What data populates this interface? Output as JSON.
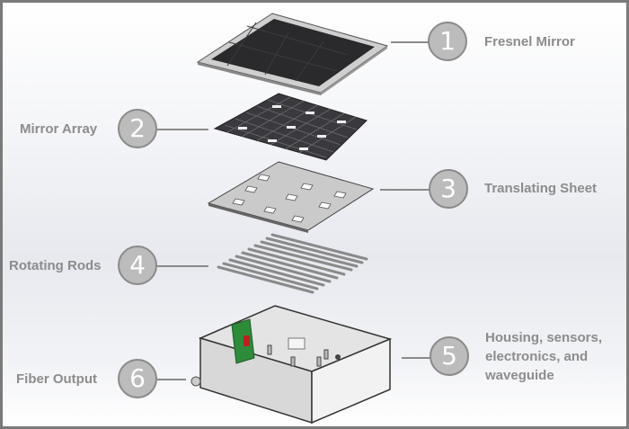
{
  "title": "Exploded view of solar concentrator assembly",
  "components": [
    {
      "number": "1",
      "label": "Fresnel Mirror"
    },
    {
      "number": "2",
      "label": "Mirror Array"
    },
    {
      "number": "3",
      "label": "Translating Sheet"
    },
    {
      "number": "4",
      "label": "Rotating Rods"
    },
    {
      "number": "5",
      "label": "Housing, sensors, electronics, and waveguide"
    },
    {
      "number": "6",
      "label": "Fiber Output"
    }
  ],
  "colors": {
    "border": "#7a7a7a",
    "callout_fill": "#bcbcbc",
    "callout_text": "#ffffff",
    "label_text": "#8c8c8c",
    "mirror_dark": "#2a2a2d",
    "pcb_green": "#2e8b3a"
  }
}
